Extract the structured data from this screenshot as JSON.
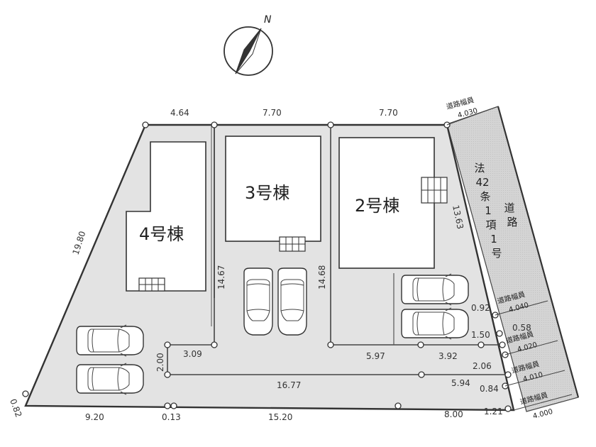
{
  "north": {
    "label": "N"
  },
  "buildings": {
    "b2": "2号棟",
    "b3": "3号棟",
    "b4": "4号棟"
  },
  "road": {
    "main_label": [
      "法",
      "42",
      "条",
      "1",
      "項",
      "1",
      "号",
      "道",
      "路"
    ],
    "width_label": "道路幅員",
    "widths": [
      "4.030",
      "4.040",
      "4.020",
      "4.010",
      "4.000"
    ]
  },
  "dims": {
    "top_left": "4.64",
    "top_mid": "7.70",
    "top_right": "7.70",
    "left_side": "19.80",
    "right_side": "13.63",
    "b3_right": "14.67",
    "b2_left": "14.68",
    "r_092": "0.92",
    "r_150": "1.50",
    "r_058": "0.58",
    "r_206": "2.06",
    "r_594": "5.94",
    "r_084": "0.84",
    "r_121": "1.21",
    "i_200": "2.00",
    "i_309": "3.09",
    "i_597": "5.97",
    "i_392": "3.92",
    "i_1677": "16.77",
    "b_082": "0.82",
    "b_920": "9.20",
    "b_013": "0.13",
    "b_1520": "15.20",
    "b_800": "8.00"
  }
}
